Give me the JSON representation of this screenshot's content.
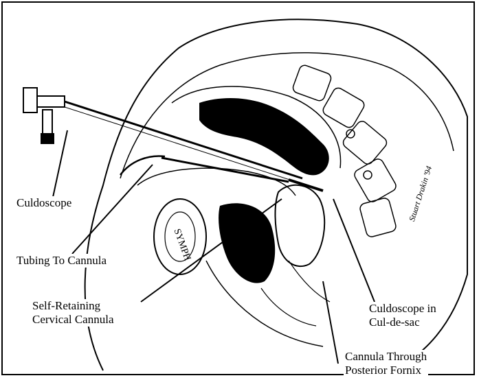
{
  "labels": {
    "culdoscope": "Culdoscope",
    "tubing": "Tubing To Cannula",
    "self_retaining_line1": "Self-Retaining",
    "self_retaining_line2": "Cervical Cannula",
    "culdoscope_in_line1": "Culdoscope in",
    "culdoscope_in_line2": "Cul-de-sac",
    "cannula_through_line1": "Cannula Through",
    "cannula_through_line2": "Posterior Fornix"
  },
  "signature": "Stuart Drakin '94",
  "colors": {
    "ink": "#000000",
    "paper": "#ffffff"
  }
}
